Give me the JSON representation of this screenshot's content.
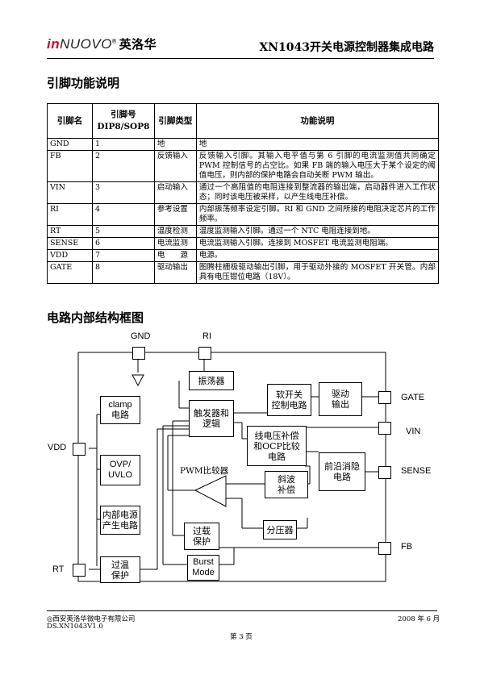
{
  "header": {
    "logo_text_a": "in",
    "logo_text_b": "NUOVO",
    "logo_reg": "®",
    "logo_cn": "英洛华",
    "doc_title": "XN1043开关电源控制器集成电路"
  },
  "section1": {
    "title": "引脚功能说明"
  },
  "table": {
    "headers": [
      "引脚名",
      "引脚号\nDIP8/SOP8",
      "引脚类型",
      "功能说明"
    ],
    "rows": [
      {
        "name": "GND",
        "num": "1",
        "type": "地",
        "desc": "地"
      },
      {
        "name": "FB",
        "num": "2",
        "type": "反馈输入",
        "desc": "反馈输入引脚。其输入电平值与第 6 引脚的电流监测值共同确定 PWM 控制信号的占空比。如果 FB 端的输入电压大于某个设定的阈值电压，则内部的保护电路会自动关断 PWM 输出。"
      },
      {
        "name": "VIN",
        "num": "3",
        "type": "启动输入",
        "desc": "通过一个高阻值的电阻连接到整流器的输出端，启动器件进入工作状态；同时该电压被采样，以产生线电压补偿。"
      },
      {
        "name": "RI",
        "num": "4",
        "type": "参考设置",
        "desc": "内部振荡频率设定引脚。RI 和 GND 之间所接的电阻决定芯片的工作频率。"
      },
      {
        "name": "RT",
        "num": "5",
        "type": "温度检测",
        "desc": "温度监测输入引脚。通过一个 NTC 电阻连接到地。"
      },
      {
        "name": "SENSE",
        "num": "6",
        "type": "电流监测",
        "desc": "电流监测输入引脚。连接到 MOSFET 电流监测电阻端。"
      },
      {
        "name": "VDD",
        "num": "7",
        "type": "电　　源",
        "desc": "电源。"
      },
      {
        "name": "GATE",
        "num": "8",
        "type": "驱动输出",
        "desc": "图腾柱栅极驱动输出引脚，用于驱动外接的 MOSFET 开关管。内部具有电压钳位电路（18V）。"
      }
    ]
  },
  "section2": {
    "title": "电路内部结构框图"
  },
  "diagram": {
    "pins": {
      "gnd": "GND",
      "ri": "RI",
      "vdd": "VDD",
      "rt": "RT",
      "gate": "GATE",
      "vin": "VIN",
      "sense": "SENSE",
      "fb": "FB"
    },
    "blocks": {
      "clamp": "clamp\n电路",
      "ovp": "OVP/\nUVLO",
      "inner_power": "内部电源\n产生电路",
      "over_temp": "过温\n保护",
      "oscillator": "振荡器",
      "trigger": "触发器和\n逻辑",
      "soft_start": "软开关\n控制电路",
      "driver": "驱动\n输出",
      "line_comp": "线电压补偿\n和OCP比较\n电路",
      "leading_edge": "前沿消隐\n电路",
      "slope_comp": "斜波\n补偿",
      "overload": "过载\n保护",
      "divider": "分压器",
      "burst": "Burst\nMode"
    },
    "pwm_label": "PWM比较器"
  },
  "footer": {
    "company": "◎西安英洛华微电子有限公司",
    "date": "2008 年 6 月",
    "doc_id": "DS.XN1043V1.0",
    "page": "第 3 页"
  }
}
